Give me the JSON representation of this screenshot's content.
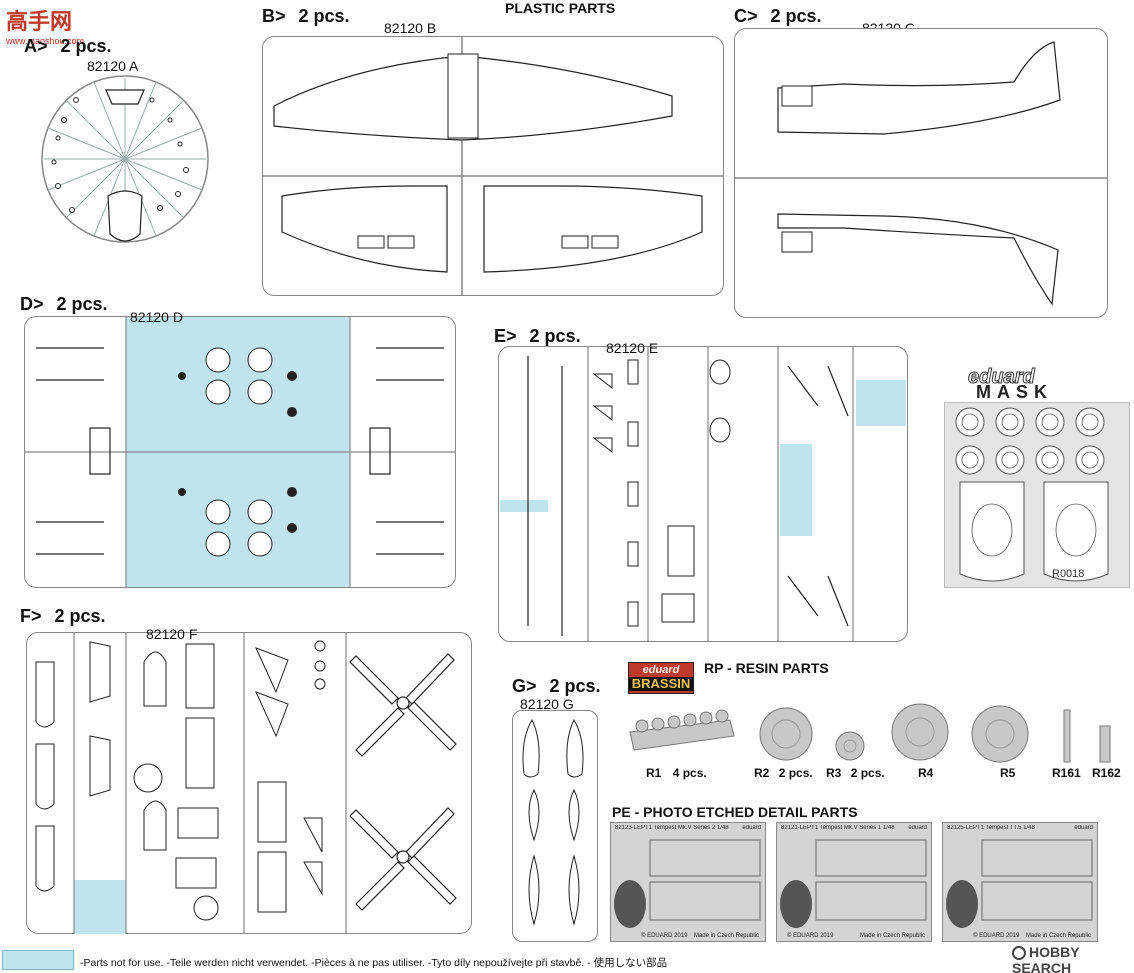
{
  "watermark": {
    "chars": "高手网",
    "sub": "www.maoshou.com"
  },
  "header": {
    "plastic_parts": "PLASTIC PARTS"
  },
  "sprues": {
    "A": {
      "label": "A>",
      "qty": "2 pcs.",
      "code": "82120 A"
    },
    "B": {
      "label": "B>",
      "qty": "2 pcs.",
      "code": "82120 B"
    },
    "C": {
      "label": "C>",
      "qty": "2 pcs.",
      "code": "82120 C"
    },
    "D": {
      "label": "D>",
      "qty": "2 pcs.",
      "code": "82120 D"
    },
    "E": {
      "label": "E>",
      "qty": "2 pcs.",
      "code": "82120 E"
    },
    "F": {
      "label": "F>",
      "qty": "2 pcs.",
      "code": "82120 F"
    },
    "G": {
      "label": "G>",
      "qty": "2 pcs.",
      "code": "82120 G"
    }
  },
  "mask": {
    "brand": "eduard",
    "title": "MASK",
    "code": "R0018"
  },
  "resin": {
    "brand_top": "eduard",
    "brand_bottom": "BRASSIN",
    "heading": "RP - RESIN PARTS",
    "parts": [
      {
        "id": "R1",
        "qty": "4 pcs."
      },
      {
        "id": "R2",
        "qty": "2 pcs."
      },
      {
        "id": "R3",
        "qty": "2 pcs."
      },
      {
        "id": "R4",
        "qty": ""
      },
      {
        "id": "R5",
        "qty": ""
      },
      {
        "id": "R161",
        "qty": ""
      },
      {
        "id": "R162",
        "qty": ""
      }
    ]
  },
  "photo_etched": {
    "heading": "PE - PHOTO ETCHED DETAIL PARTS",
    "frets": [
      {
        "title": "82123-LEPT1   Tempest Mk.V Series 2   1/48",
        "brand": "eduard",
        "footer_left": "© EDUARD 2019",
        "footer_right": "Made in Czech Republic"
      },
      {
        "title": "82121-LEPT1   Tempest Mk.V Series 1   1/48",
        "brand": "eduard",
        "footer_left": "© EDUARD 2019",
        "footer_right": "Made in Czech Republic"
      },
      {
        "title": "82125-LEPT1   Tempest TT.5   1/48",
        "brand": "eduard",
        "footer_left": "© EDUARD 2019",
        "footer_right": "Made in Czech Republic"
      }
    ]
  },
  "legend": {
    "text": "-Parts not for use. -Teile werden nicht verwendet. -Pièces à ne pas utiliser. -Tyto díly nepoužívejte při stavbě. -   使用しない部品"
  },
  "footer_brand": "HOBBY SEARCH",
  "colors": {
    "highlight": "#bfe4ee",
    "brand_red": "#c0392b",
    "sprue_outline": "#888888"
  }
}
